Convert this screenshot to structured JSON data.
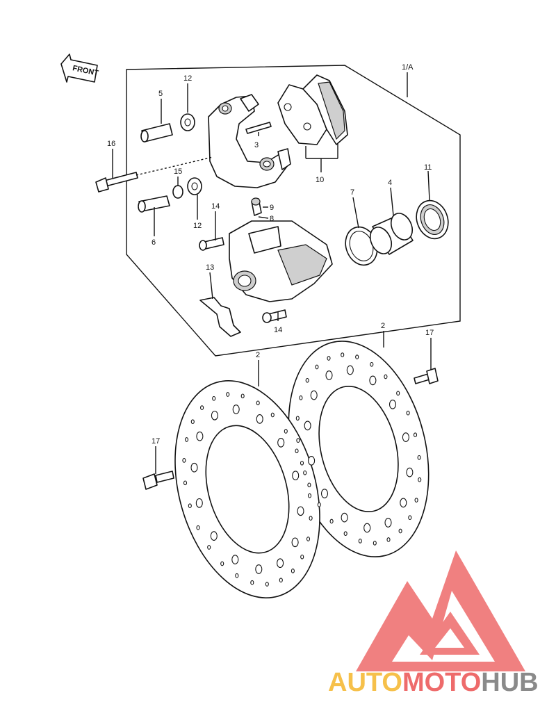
{
  "front_arrow": {
    "text": "FRONT"
  },
  "callouts": {
    "c1a": "1/A",
    "c2a": "2",
    "c2b": "2",
    "c3": "3",
    "c4": "4",
    "c5": "5",
    "c6": "6",
    "c7": "7",
    "c8": "8",
    "c9": "9",
    "c10": "10",
    "c11": "11",
    "c12a": "12",
    "c12b": "12",
    "c13": "13",
    "c14a": "14",
    "c14b": "14",
    "c15": "15",
    "c16": "16",
    "c17a": "17",
    "c17b": "17"
  },
  "watermark": {
    "word_part1": "AUTO",
    "word_part2": "MOTO",
    "word_part3": "HUB",
    "color_light": "#f6c04a",
    "color_red": "#ee6b6b",
    "color_grey": "#8a8a8a"
  }
}
